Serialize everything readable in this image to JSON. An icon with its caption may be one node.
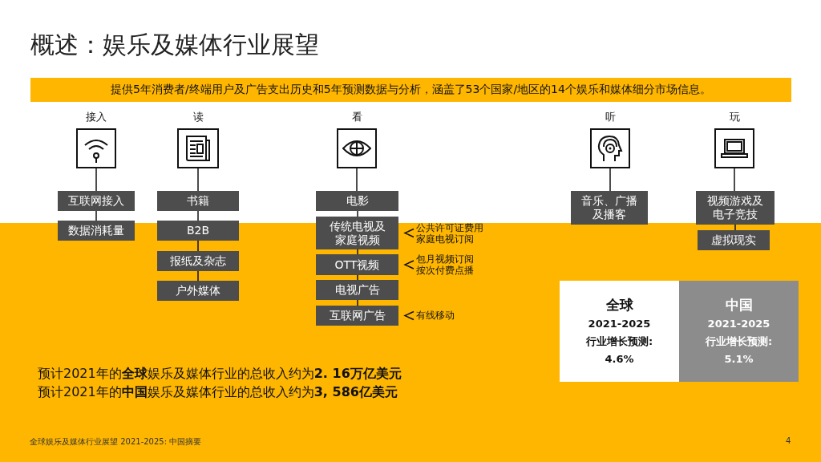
{
  "diagram": {
    "title": "概述：娱乐及媒体行业展望",
    "nodes": [
      {
        "text": [
          "提供5年消费者/终端用户及广告支出历史和5年预测数据与分析，涵盖了53个国家/地区的14个娱乐和媒体细分市场信息。"
        ]
      },
      {
        "text": [
          "接入"
        ]
      },
      {
        "text": [
          "互联网接入"
        ]
      },
      {
        "text": [
          "数据消耗量"
        ]
      },
      {
        "text": [
          "读"
        ]
      },
      {
        "text": [
          "书籍"
        ]
      },
      {
        "text": [
          "B2B"
        ]
      },
      {
        "text": [
          "报纸及杂志"
        ]
      },
      {
        "text": [
          "户外媒体"
        ]
      },
      {
        "text": [
          "看"
        ]
      },
      {
        "text": [
          "电影"
        ]
      },
      {
        "text": [
          "传统电视及家庭视频"
        ]
      },
      {
        "text": [
          "OTT视频"
        ]
      },
      {
        "text": [
          "电视广告"
        ]
      },
      {
        "text": [
          "互联网广告"
        ]
      },
      {
        "text": [
          "公共许可证费用",
          "家庭电视订阅"
        ]
      },
      {
        "text": [
          "包月视频订阅",
          "按次付费点播"
        ]
      },
      {
        "text": [
          "有线移动"
        ]
      },
      {
        "text": [
          "听"
        ]
      },
      {
        "text": [
          "音乐、广播及播客"
        ]
      },
      {
        "text": [
          "玩"
        ]
      },
      {
        "text": [
          "视频游戏及电子竞技"
        ]
      },
      {
        "text": [
          "虚拟现实"
        ]
      },
      {
        "text": [
          "全球",
          "2021-2025",
          "行业增长预测:",
          "4.6%"
        ]
      },
      {
        "text": [
          "中国",
          "2021-2025",
          "行业增长预测:",
          "5.1%"
        ]
      }
    ],
    "edges": [
      {
        "from": 1,
        "to": 2,
        "arrow": "none"
      },
      {
        "from": 2,
        "to": 3,
        "arrow": "none"
      },
      {
        "from": 4,
        "to": 5,
        "arrow": "none"
      },
      {
        "from": 5,
        "to": 6,
        "arrow": "none"
      },
      {
        "from": 6,
        "to": 7,
        "arrow": "none"
      },
      {
        "from": 7,
        "to": 8,
        "arrow": "none"
      },
      {
        "from": 9,
        "to": 10,
        "arrow": "none"
      },
      {
        "from": 10,
        "to": 11,
        "arrow": "none"
      },
      {
        "from": 11,
        "to": 12,
        "arrow": "none"
      },
      {
        "from": 12,
        "to": 13,
        "arrow": "none"
      },
      {
        "from": 13,
        "to": 14,
        "arrow": "none"
      },
      {
        "from": 15,
        "to": 11,
        "arrow": "to"
      },
      {
        "from": 16,
        "to": 12,
        "arrow": "to"
      },
      {
        "from": 17,
        "to": 14,
        "arrow": "to"
      },
      {
        "from": 18,
        "to": 19,
        "arrow": "none"
      },
      {
        "from": 20,
        "to": 21,
        "arrow": "none"
      },
      {
        "from": 21,
        "to": 22,
        "arrow": "none"
      }
    ],
    "labels": [
      "预计2021年的**全球**娱乐及媒体行业的总收入约为**2. 16万亿美元**",
      "预计2021年的**中国**娱乐及媒体行业的总收入约为**3, 586亿美元**",
      "全球娱乐及媒体行业展望 2021-2025: 中国摘要",
      "4"
    ]
  }
}
